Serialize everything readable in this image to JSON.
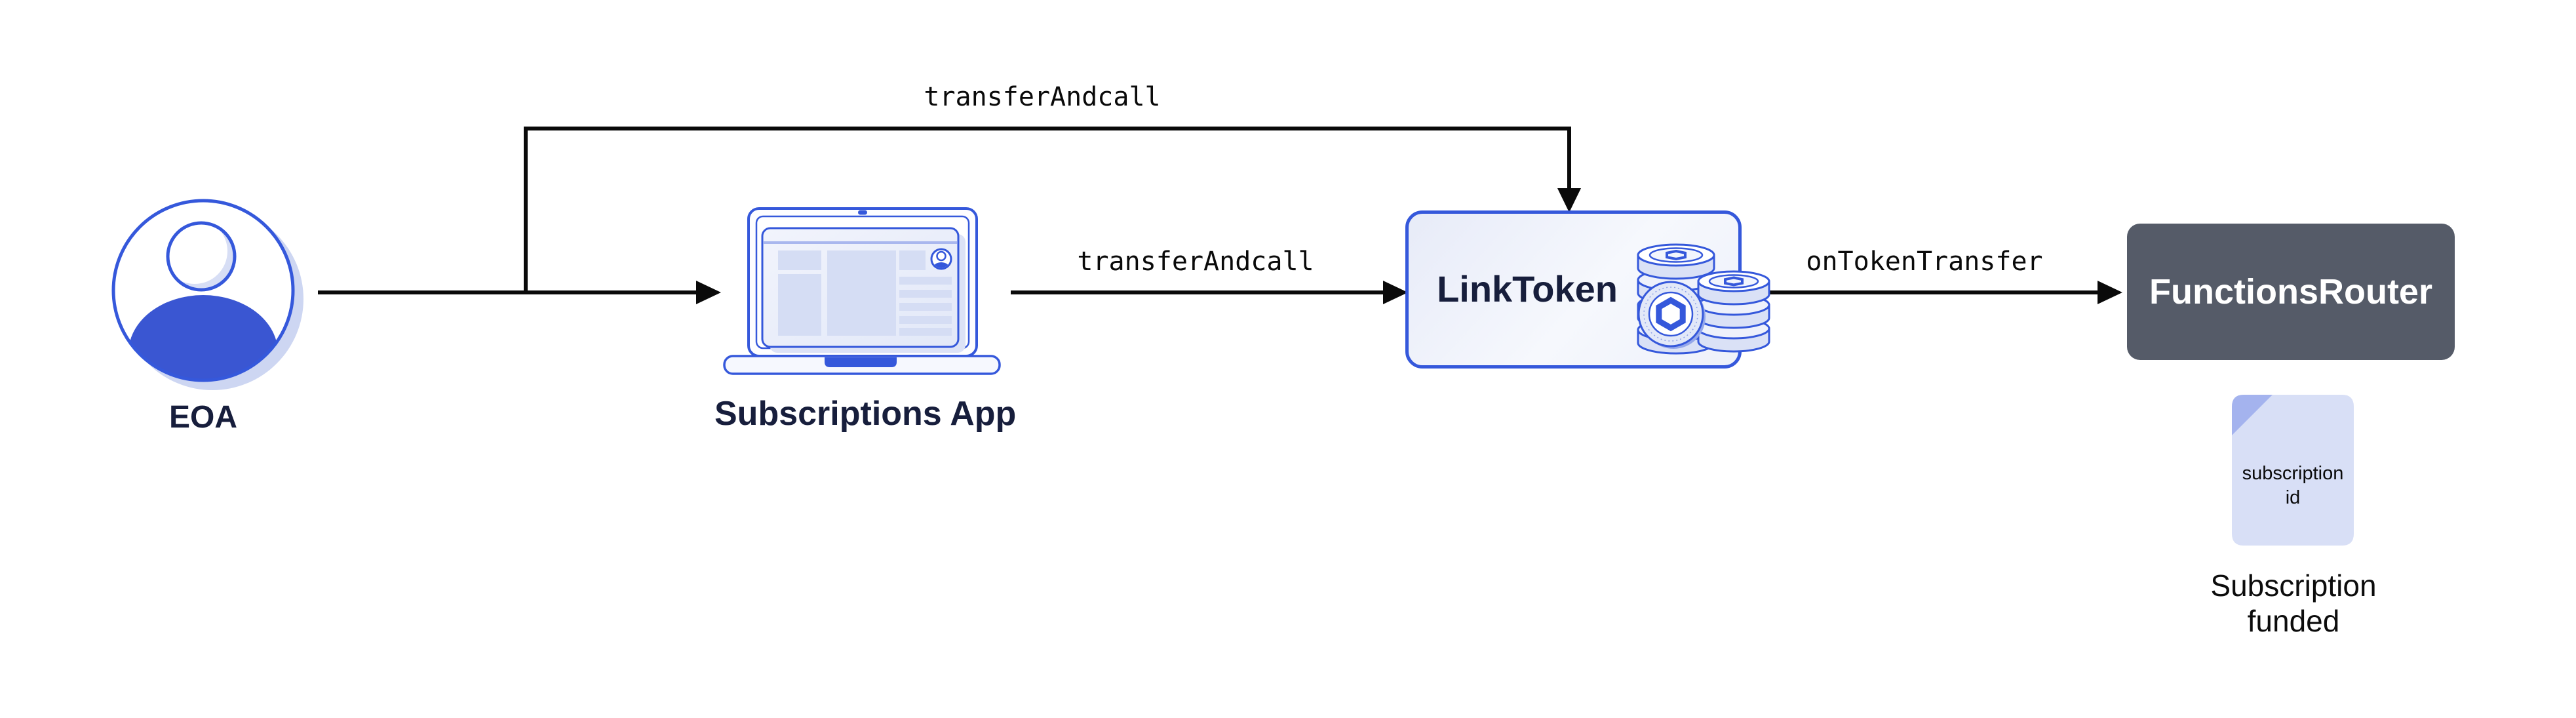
{
  "diagram": {
    "nodes": {
      "eoa": {
        "label": "EOA"
      },
      "subscriptions_app": {
        "label": "Subscriptions App"
      },
      "link_token": {
        "label": "LinkToken"
      },
      "functions_router": {
        "label": "FunctionsRouter"
      },
      "subscription_document": {
        "line1": "subscription",
        "line2": "id"
      },
      "result_caption": {
        "line1": "Subscription",
        "line2": "funded"
      }
    },
    "edges": {
      "eoa_to_linktoken": {
        "label": "transferAndcall"
      },
      "app_to_linktoken": {
        "label": "transferAndcall"
      },
      "linktoken_to_router": {
        "label": "onTokenTransfer"
      }
    },
    "icons": {
      "eoa": "person-avatar-icon",
      "subscriptions_app": "laptop-browser-icon",
      "link_token": "link-coin-stack-icon",
      "result": "document-page-icon"
    },
    "colors": {
      "accent_blue": "#3558db",
      "dark_navy": "#171e3c",
      "slate_box": "#555b68",
      "arrow_black": "#0a0a0a",
      "light_lavender": "#d5ddf4",
      "doc_fill": "#d8dff6",
      "doc_fold": "#a4b3ee",
      "shadow_periwinkle": "#cdd6f2",
      "white": "#ffffff"
    }
  }
}
